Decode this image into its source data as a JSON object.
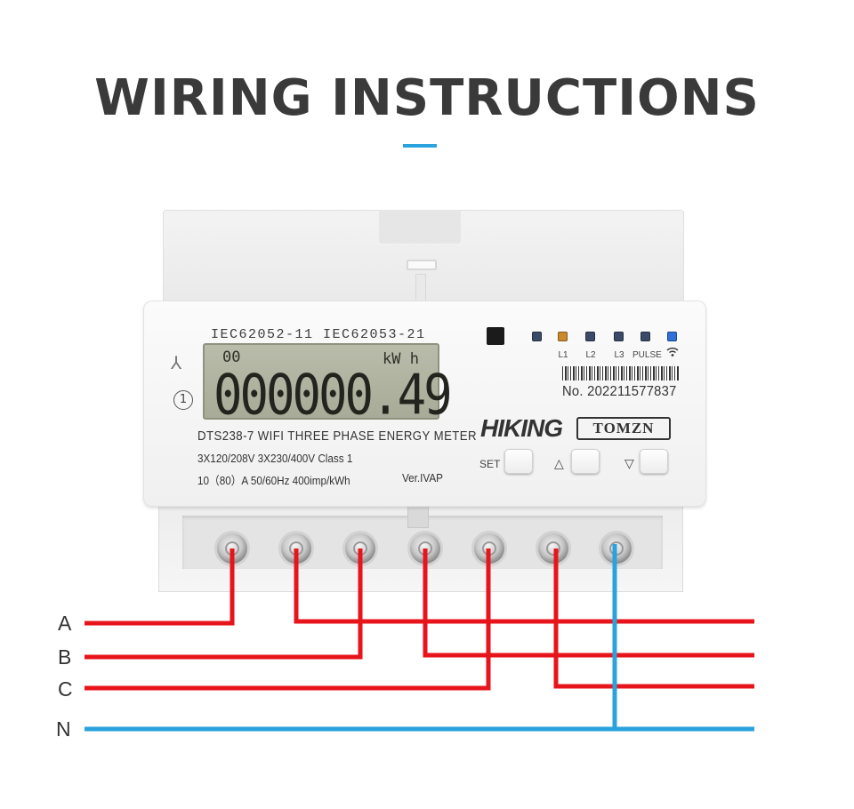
{
  "title": "WIRING INSTRUCTIONS",
  "meter": {
    "standards": "IEC62052-11  IEC62053-21",
    "lcd_small": "00",
    "lcd_unit": "kW  h",
    "lcd_reading": "000000.49",
    "model": "DTS238-7  WIFI THREE PHASE ENERGY METER",
    "spec_line1": "3X120/208V  3X230/400V  Class 1",
    "spec_line2": "10（80）A    50/60Hz    400imp/kWh",
    "version": "Ver.IVAP",
    "serial": "No. 202211577837",
    "brand1": "HIKING",
    "brand2": "TOMZN",
    "class_symbol": "1",
    "led_labels": [
      "L1",
      "L2",
      "L3",
      "PULSE"
    ],
    "led_colors": {
      "l1": "#c98a2b",
      "other": "#3b4a66",
      "wifi": "#2f6fd6"
    },
    "buttons": {
      "set": "SET",
      "up": "△",
      "down": "▽"
    }
  },
  "wiring": {
    "labels": [
      "A",
      "B",
      "C",
      "N"
    ],
    "phase_color": "#e8141b",
    "neutral_color": "#2aa3dc"
  }
}
